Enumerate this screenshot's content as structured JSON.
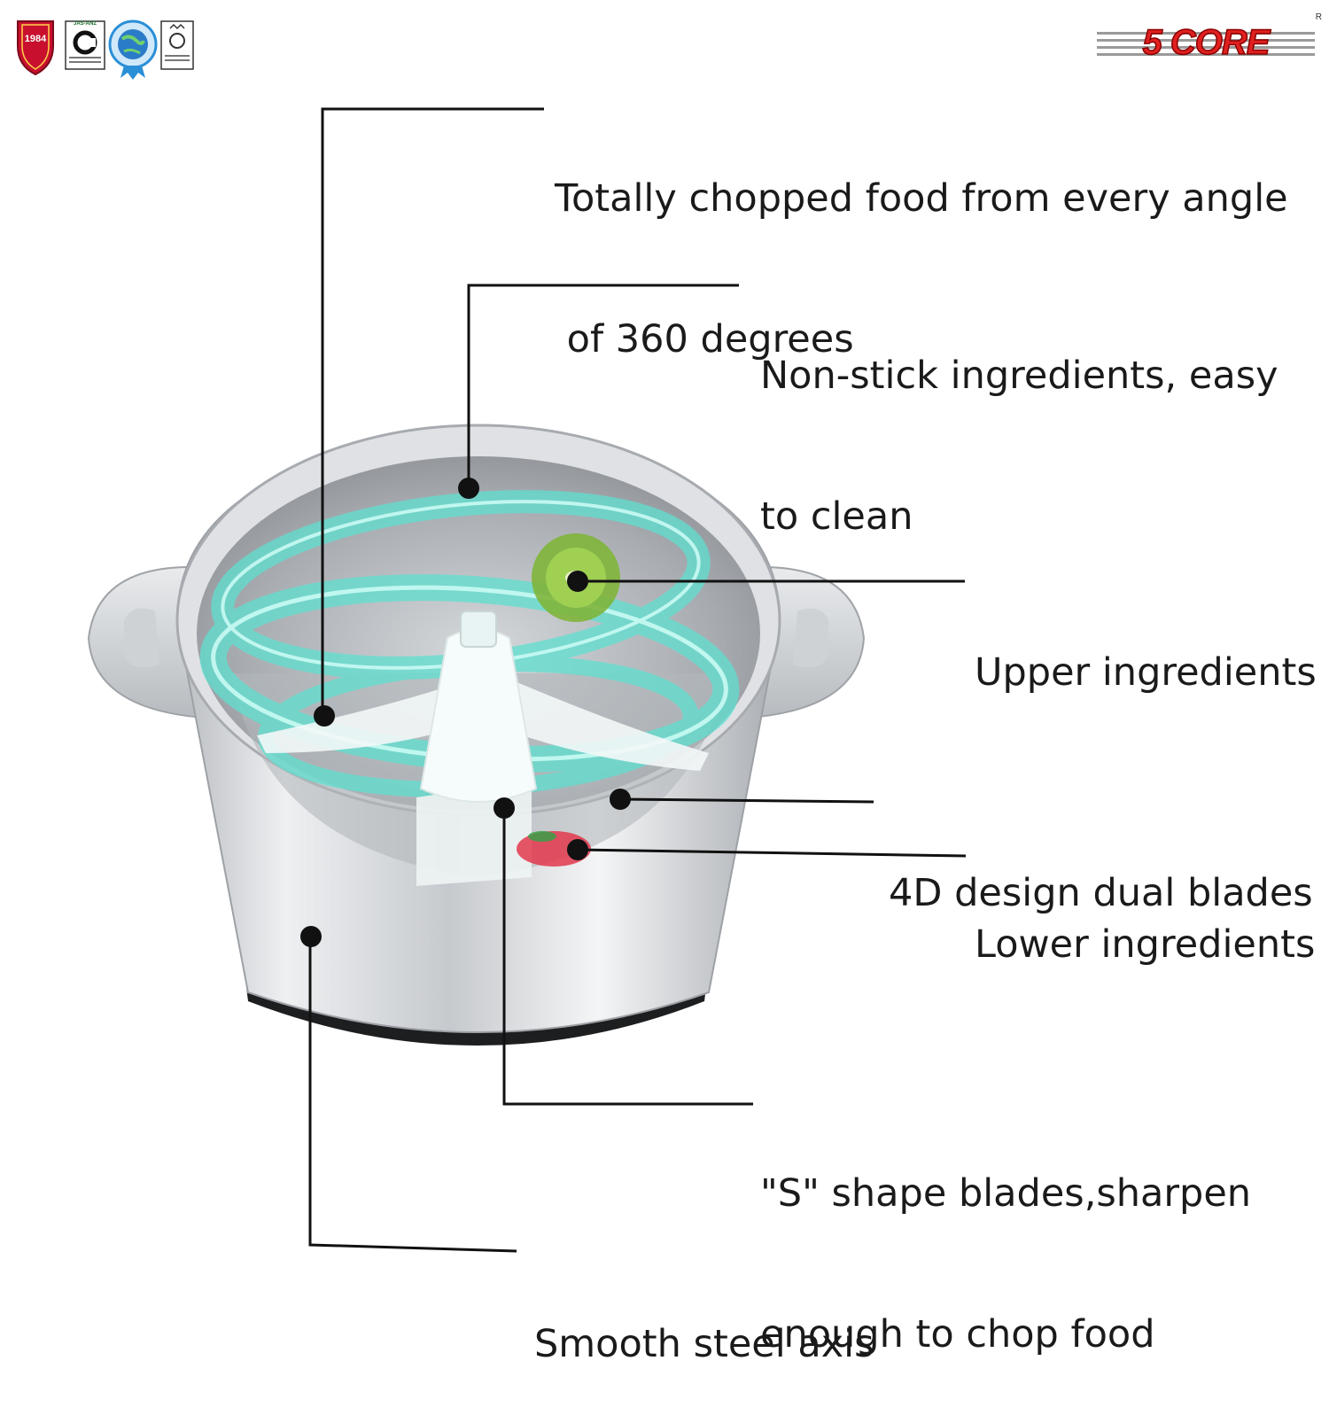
{
  "brand": {
    "logo_text": "5 CORE",
    "registered_mark": "R",
    "accent_color": "#e02020"
  },
  "badges": [
    {
      "name": "since-1984-shield",
      "text": "1984",
      "color": "#c8102e"
    },
    {
      "name": "jas-anz-cert",
      "text": "JAS-ANZ",
      "color": "#1b6e2a"
    },
    {
      "name": "globe-seal",
      "color": "#2a8fd6"
    },
    {
      "name": "certification-mark",
      "color": "#444444"
    }
  ],
  "callouts": [
    {
      "id": "angle",
      "line1": "Totally chopped food from every angle",
      "line2": " of 360 degrees"
    },
    {
      "id": "nonstick",
      "line1": "Non-stick ingredients, easy",
      "line2": "to clean"
    },
    {
      "id": "upper",
      "line1": "Upper ingredients"
    },
    {
      "id": "blades",
      "line1": "4D design dual blades"
    },
    {
      "id": "lower",
      "line1": "Lower ingredients"
    },
    {
      "id": "sshape",
      "line1": "\"S\" shape blades,sharpen",
      "line2": "enough to chop food"
    },
    {
      "id": "axis",
      "line1": "Smooth steel axis"
    }
  ]
}
